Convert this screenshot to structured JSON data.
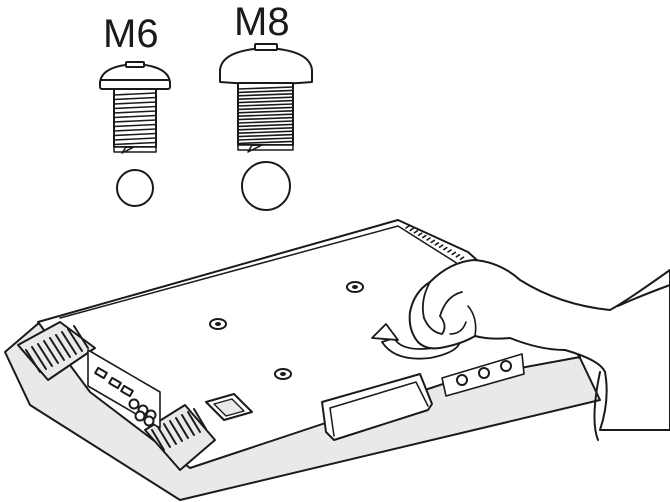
{
  "labels": {
    "screw_small": "M6",
    "screw_large": "M8"
  },
  "icons": {
    "screw_small": "m6-screw-icon",
    "screw_large": "m8-screw-icon",
    "rotation_arrow": "rotate-arrow-icon",
    "hand": "hand-icon",
    "tv_back": "tv-back-panel-illustration"
  },
  "colors": {
    "line": "#1a1a1a",
    "fill": "#ffffff",
    "shade": "#e9e9e9"
  }
}
